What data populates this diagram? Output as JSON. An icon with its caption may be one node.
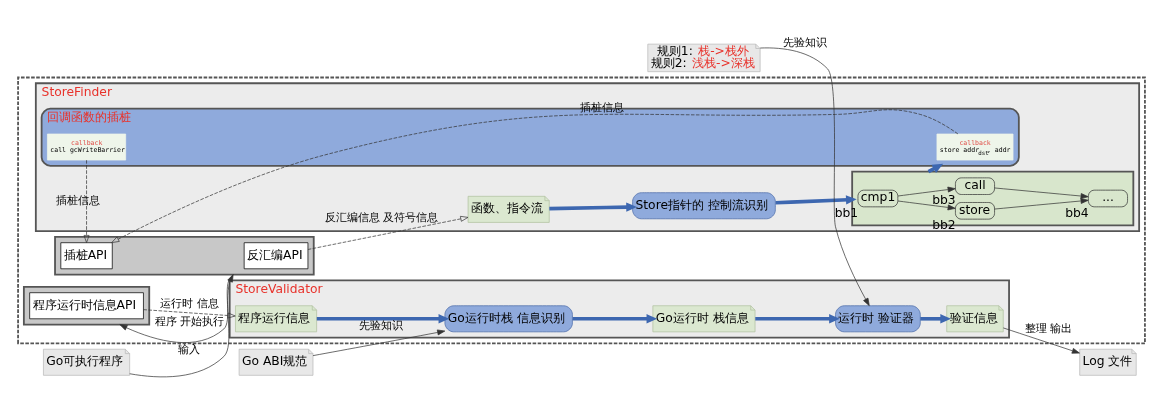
{
  "diagram": {
    "nodes": [
      {
        "text": [],
        "shape": "box"
      },
      {
        "text": [
          "StoreFinder"
        ],
        "in": 0
      },
      {
        "text": [
          "Store指针的 控制流识别"
        ],
        "in": 1
      },
      {
        "text": [],
        "shape": "box",
        "in": 1
      },
      {
        "text": [
          "cmp1"
        ],
        "beside": [
          "bb1"
        ],
        "in": 3
      },
      {
        "text": [
          "store"
        ],
        "beside": [
          "bb2"
        ],
        "in": 3
      },
      {
        "text": [
          "call"
        ],
        "beside": [
          "bb3"
        ],
        "in": 3
      },
      {
        "text": [
          "..."
        ],
        "beside": [
          "bb4"
        ],
        "in": 3
      },
      {
        "text": [
          "函数、指令流"
        ],
        "in": 1
      },
      {
        "text": [
          "回调函数的插桩"
        ],
        "in": 1
      },
      {
        "text": [
          "callback",
          "store addr$_{dst}$, addr"
        ],
        "in": 9
      },
      {
        "text": [
          "callback",
          "call gcWriteBarrier"
        ],
        "in": 9
      },
      {
        "text": [
          "StoreValidator"
        ],
        "in": 0
      },
      {
        "text": [
          "Go运行时栈 信息识别"
        ],
        "in": 12
      },
      {
        "text": [
          "Go运行时 栈信息"
        ],
        "in": 12
      },
      {
        "text": [
          "运行时 验证器"
        ],
        "in": 12
      },
      {
        "text": [
          "程序运行信息"
        ],
        "in": 12
      },
      {
        "text": [
          "验证信息"
        ],
        "in": 12
      },
      {
        "text": [],
        "shape": "box",
        "in": 0
      },
      {
        "text": [
          "反汇编API"
        ],
        "in": 18
      },
      {
        "text": [
          "插桩API"
        ],
        "in": 18
      },
      {
        "text": [],
        "shape": "box",
        "in": 0
      },
      {
        "text": [
          "程序运行时信息API"
        ],
        "in": 21
      },
      {
        "text": [
          "Go可执行程序"
        ]
      },
      {
        "text": [
          "Go ABI规范"
        ]
      },
      {
        "text": [
          "规则1: 栈->栈外",
          "规则2: 浅栈->深栈"
        ]
      },
      {
        "text": [
          "Log 文件"
        ]
      }
    ],
    "edges": [
      {
        "from": 23,
        "to": 18,
        "arrow": "to",
        "label": "输入"
      },
      {
        "from": 8,
        "to": 2,
        "arrow": "to",
        "style": "thick",
        "color": "#3d67b0"
      },
      {
        "from": 2,
        "to": 3,
        "arrow": "to",
        "style": "thick",
        "color": "#3d67b0"
      },
      {
        "from": 4,
        "to": 5,
        "arrow": "to"
      },
      {
        "from": 4,
        "to": 6,
        "arrow": "to"
      },
      {
        "from": 5,
        "to": 7,
        "arrow": "to"
      },
      {
        "from": 6,
        "to": 7,
        "arrow": "to"
      },
      {
        "from": 3,
        "to": 9,
        "arrow": "to",
        "style": "thick",
        "color": "#3d67b0"
      },
      {
        "from": 19,
        "to": 8,
        "arrow": "to",
        "label": "反汇编信息 及符号信息",
        "style": "dashed"
      },
      {
        "from": 10,
        "to": 20,
        "arrow": "to",
        "label": "插桩信息",
        "style": "dashed"
      },
      {
        "from": 11,
        "to": 20,
        "arrow": "to",
        "label": "插桩信息",
        "style": "dashed"
      },
      {
        "from": 18,
        "to": 21,
        "arrow": "to",
        "label": "程序 开始执行"
      },
      {
        "from": 22,
        "to": 16,
        "arrow": "to",
        "label": "运行时 信息",
        "style": "dashed"
      },
      {
        "from": 24,
        "to": 13,
        "arrow": "to",
        "label": "先验知识"
      },
      {
        "from": 25,
        "to": 15,
        "arrow": "to",
        "label": "先验知识"
      },
      {
        "from": 16,
        "to": 13,
        "arrow": "to",
        "style": "thick",
        "color": "#3d67b0"
      },
      {
        "from": 13,
        "to": 14,
        "arrow": "to",
        "style": "thick",
        "color": "#3d67b0"
      },
      {
        "from": 14,
        "to": 15,
        "arrow": "to",
        "style": "thick",
        "color": "#3d67b0"
      },
      {
        "from": 15,
        "to": 17,
        "arrow": "to",
        "style": "thick",
        "color": "#3d67b0"
      },
      {
        "from": 17,
        "to": 26,
        "arrow": "to",
        "label": "整理 输出"
      }
    ]
  }
}
